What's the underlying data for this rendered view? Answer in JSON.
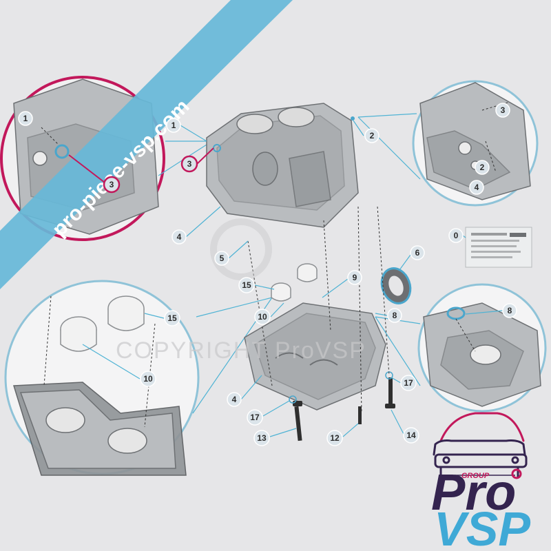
{
  "watermarks": {
    "site_1": "pro-piece-vsp.com",
    "copyright": "COPYRIGHT ProVSP"
  },
  "logo": {
    "group": "GROUP",
    "pro": "Pro",
    "vsp": "VSP",
    "colors": {
      "pro": "#34244f",
      "vsp": "#3fa9d6",
      "accent": "#c2185b"
    }
  },
  "callouts": {
    "c0": "0",
    "c1_main": "1",
    "c1_detail": "1",
    "c2_main": "2",
    "c2_detail": "2",
    "c3_main": "3",
    "c3_detail_left": "3",
    "c3_detail_right": "3",
    "c4_top": "4",
    "c4_bottom": "4",
    "c4_detail": "4",
    "c5": "5",
    "c6": "6",
    "c8_main": "8",
    "c8_detail": "8",
    "c9": "9",
    "c10_main": "10",
    "c10_detail": "10",
    "c12": "12",
    "c13": "13",
    "c14": "14",
    "c15_main": "15",
    "c15_detail": "15",
    "c17_left": "17",
    "c17_right": "17"
  }
}
